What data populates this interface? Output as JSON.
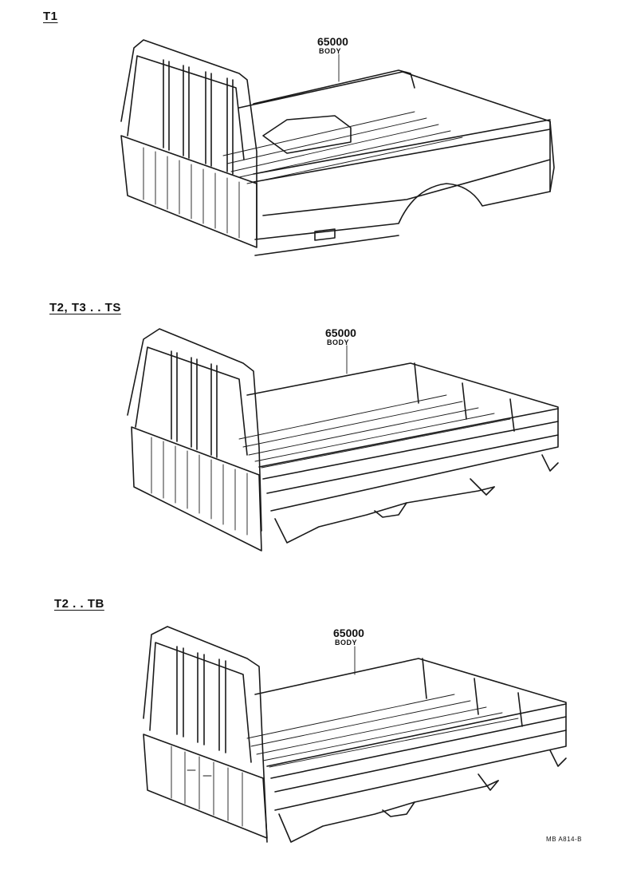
{
  "sections": [
    {
      "label": "T1",
      "part_number": "65000",
      "part_name": "BODY"
    },
    {
      "label": "T2, T3 . . TS",
      "part_number": "65000",
      "part_name": "BODY"
    },
    {
      "label": "T2 . . TB",
      "part_number": "65000",
      "part_name": "BODY"
    }
  ],
  "footer_code": "MB   A814-B"
}
